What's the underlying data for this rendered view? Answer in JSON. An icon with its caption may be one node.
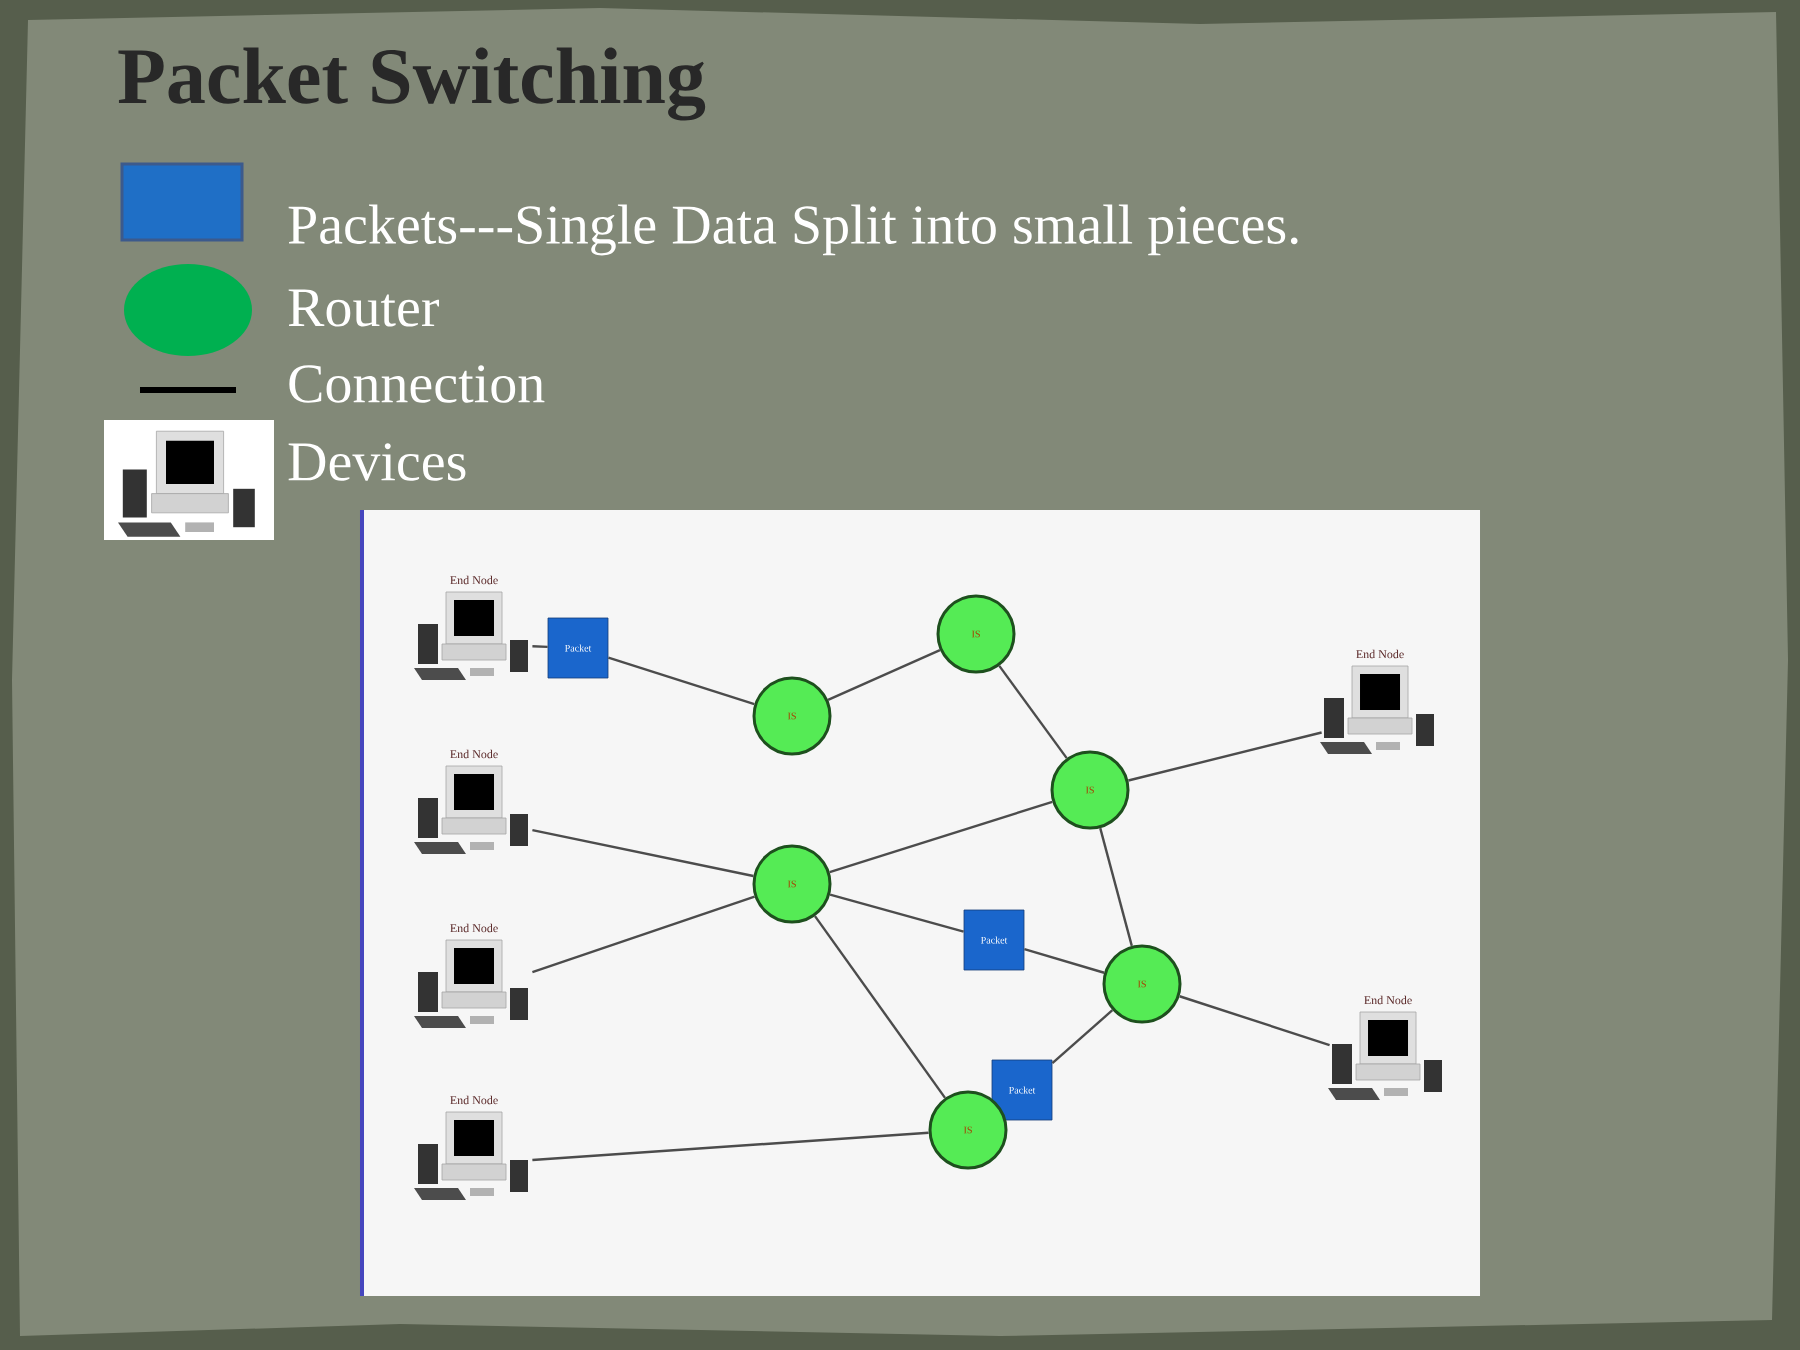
{
  "diagram": {
    "title": "Packet Switching",
    "nodes": [
      {
        "text": [
          "End Node"
        ]
      },
      {
        "text": [
          "End Node"
        ]
      },
      {
        "text": [
          "End Node"
        ]
      },
      {
        "text": [
          "End Node"
        ]
      },
      {
        "text": [
          "End Node"
        ]
      },
      {
        "text": [
          "End Node"
        ]
      },
      {
        "text": [
          "Packet"
        ]
      },
      {
        "text": [
          "Packet"
        ]
      },
      {
        "text": [
          "Packet"
        ]
      },
      {
        "text": [
          "IS"
        ]
      },
      {
        "text": [
          "IS"
        ]
      },
      {
        "text": [
          "IS"
        ]
      },
      {
        "text": [
          "IS"
        ]
      },
      {
        "text": [
          "IS"
        ]
      },
      {
        "text": [
          "IS"
        ]
      }
    ],
    "edges": [
      {
        "from": 0,
        "to": 6,
        "arrow": "none"
      },
      {
        "from": 6,
        "to": 9,
        "arrow": "none"
      },
      {
        "from": 9,
        "to": 10,
        "arrow": "none"
      },
      {
        "from": 10,
        "to": 11,
        "arrow": "none"
      },
      {
        "from": 11,
        "to": 4,
        "arrow": "none"
      },
      {
        "from": 1,
        "to": 12,
        "arrow": "none"
      },
      {
        "from": 2,
        "to": 12,
        "arrow": "none"
      },
      {
        "from": 12,
        "to": 11,
        "arrow": "none"
      },
      {
        "from": 12,
        "to": 7,
        "arrow": "none"
      },
      {
        "from": 7,
        "to": 13,
        "arrow": "none"
      },
      {
        "from": 11,
        "to": 13,
        "arrow": "none"
      },
      {
        "from": 12,
        "to": 14,
        "arrow": "none"
      },
      {
        "from": 3,
        "to": 14,
        "arrow": "none"
      },
      {
        "from": 8,
        "to": 13,
        "arrow": "none"
      },
      {
        "from": 13,
        "to": 5,
        "arrow": "none"
      }
    ],
    "legend": [
      {
        "text": "Packets---Single Data Split into small pieces.",
        "color": "#1f6fc6"
      },
      {
        "text": "Router",
        "color": "#00b050"
      },
      {
        "text": "Connection"
      },
      {
        "text": "Devices"
      }
    ]
  }
}
